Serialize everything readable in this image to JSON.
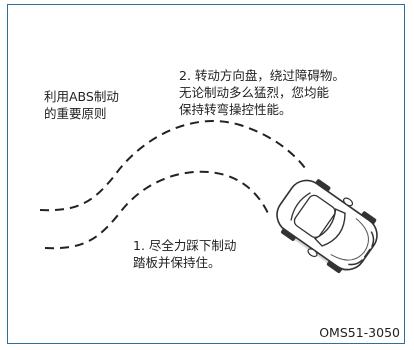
{
  "labels": {
    "abs_principle": [
      "利用ABS制动",
      "的重要原则"
    ],
    "steer_step": [
      "2. 转动方向盘，绕过障碍物。",
      "无论制动多么猛烈，您均能",
      "保持转弯操控性能。"
    ],
    "brake_step": [
      "1. 尽全力踩下制动",
      "踏板并保持住。"
    ]
  },
  "figure_code": "OMS51-3050",
  "colors": {
    "frame_border": "#2f6f9e",
    "path_dash": "#222222",
    "text": "#222222",
    "car_body": "#ffffff",
    "car_outline": "#333333"
  }
}
